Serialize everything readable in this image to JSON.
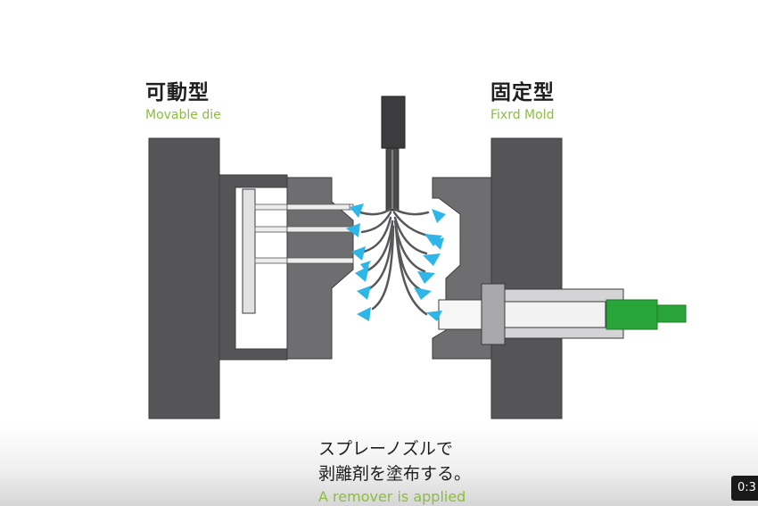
{
  "movable_die": {
    "title": "可動型",
    "subtitle": "Movable die"
  },
  "fixed_mold": {
    "title": "固定型",
    "subtitle": "Fixrd Mold"
  },
  "caption": {
    "line1": "スプレーノズルで",
    "line2": "剥離剤を塗布する。",
    "english": "A remover is applied"
  },
  "video": {
    "time_label": "0:3"
  },
  "colors": {
    "mold_dark": "#555558",
    "mold_mid": "#6e6e71",
    "mold_light": "#c8c8ca",
    "spray": "#2fb6e8",
    "injector_green": "#2aa53a",
    "label_green": "#8cbd3f"
  }
}
